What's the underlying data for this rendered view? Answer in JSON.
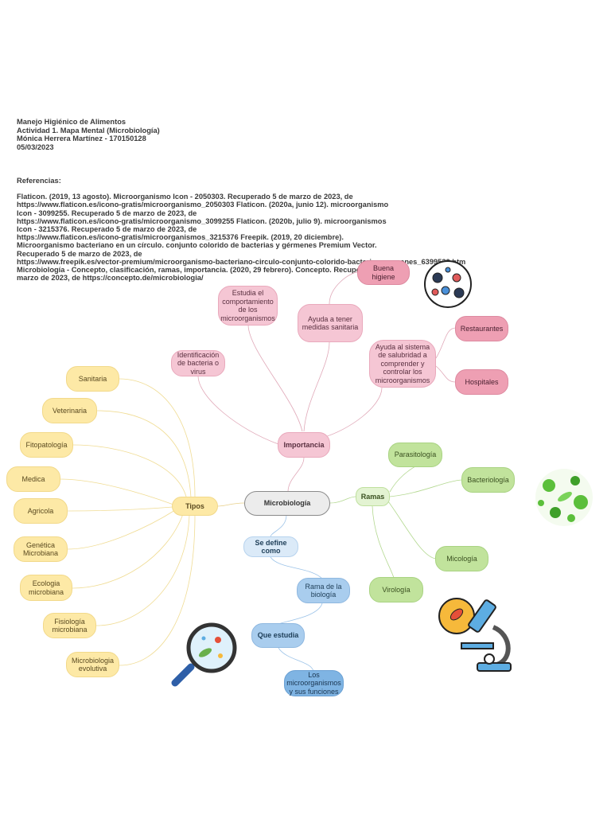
{
  "header": {
    "lines": [
      "Manejo Higiénico de Alimentos",
      "Actividad 1. Mapa Mental (Microbiología)",
      "Mónica  Herrera Martínez - 170150128",
      "05/03/2023"
    ],
    "refs_title": "Referencias:",
    "refs": [
      "Flaticon. (2019, 13 agosto). Microorganismo Icon - 2050303. Recuperado 5 de marzo de 2023, de",
      "https://www.flaticon.es/icono-gratis/microorganismo_2050303 Flaticon. (2020a, junio 12). microorganismo",
      "Icon - 3099255. Recuperado 5 de marzo de 2023, de",
      "https://www.flaticon.es/icono-gratis/microorganismo_3099255 Flaticon. (2020b, julio 9). microorganismos",
      "Icon - 3215376. Recuperado 5 de marzo de 2023, de",
      "https://www.flaticon.es/icono-gratis/microorganismos_3215376 Freepik. (2019, 20 diciembre).",
      "Microorganismo bacteriano en un círculo. conjunto colorido de bacterias y gérmenes Premium Vector.",
      "Recuperado 5 de marzo de 2023, de",
      "https://www.freepik.es/vector-premium/microorganismo-bacteriano-circulo-conjunto-colorido-bacterias-germenes_6399532.htm",
      "Microbiología - Concepto, clasificación, ramas, importancia. (2020, 29 febrero). Concepto. Recuperado 5 de",
      "marzo de 2023, de https://concepto.de/microbiologia/"
    ]
  },
  "nodes": {
    "center": "Microbiología",
    "tipos": "Tipos",
    "sanitaria": "Sanitaria",
    "veterinaria": "Veterinaria",
    "fitopatologia": "Fitopatología",
    "medica": "Medica",
    "agricola": "Agricola",
    "genetica": "Genética Microbiana",
    "ecologia": "Ecologia microbiana",
    "fisiologia": "Fisiología microbiana",
    "evolutiva": "Microbiologia evolutiva",
    "importancia": "Importancia",
    "estudia": "Estudia el comportamiento de los microorganismos",
    "identificacion": "Identificación de bacteria o virus",
    "ayuda_medidas": "Ayuda a tener medidas sanitaria",
    "buena_higiene": "Buena higiene",
    "ayuda_sistema": "Ayuda al sistema de salubridad a comprender y controlar los microorganismos",
    "restaurantes": "Restaurantes",
    "hospitales": "Hospitales",
    "ramas": "Ramas",
    "parasitologia": "Parasitología",
    "bacteriologia": "Bacteriología",
    "micologia": "Micología",
    "virologia": "Virología",
    "se_define": "Se define como",
    "rama_biologia": "Rama de la biología",
    "que_estudia": "Que estudia",
    "microorganismos_funciones": "Los microorganismos y sus funciones"
  },
  "icons": [
    "bacteria-circle-icon",
    "green-microbes-icon",
    "microscope-icon",
    "magnifier-icon"
  ],
  "colors": {
    "tipos": "#fde9a6",
    "importancia": "#f5c6d4",
    "ramas": "#c1e39c",
    "define": "#a9cdee"
  }
}
